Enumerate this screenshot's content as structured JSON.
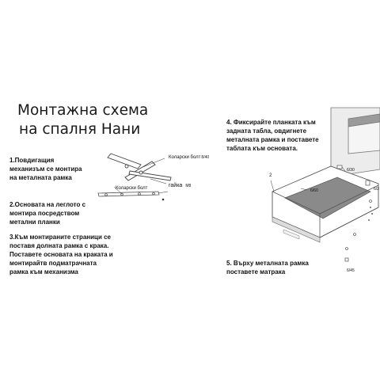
{
  "title": {
    "line1": "Монтажна схема",
    "line2": "на спалня Нани"
  },
  "steps": {
    "s1": "1.Повдигащия\nмеханизъм се монтира\nна металната рамка",
    "s2": "2.Основата на леглото с\nмонтира посредством\nметални планки",
    "s3": "3.Към монтираните страници се\nпоставя долната рамка с крака.\nПоставете основата на краката и\nмонтирайтв подматрачната\nрамка към механизма",
    "s4": "4. Фиксирайте планката към\nзадната табла, овдигнете\nметалната рамка и поставете\nтаблата към основата.",
    "s5": "5. Върху металната рамка\nпоставете матрака"
  },
  "labels": {
    "bolt1": "Коларски болт",
    "bolt1_size": "8/40",
    "bolt2": "Коларски болт",
    "nut": "гайка",
    "nut_size": "M8",
    "part2": "2",
    "screw_a": "6/30",
    "screw_b": "6/60",
    "screw_c": "6/2",
    "screw_d": "6/45"
  }
}
